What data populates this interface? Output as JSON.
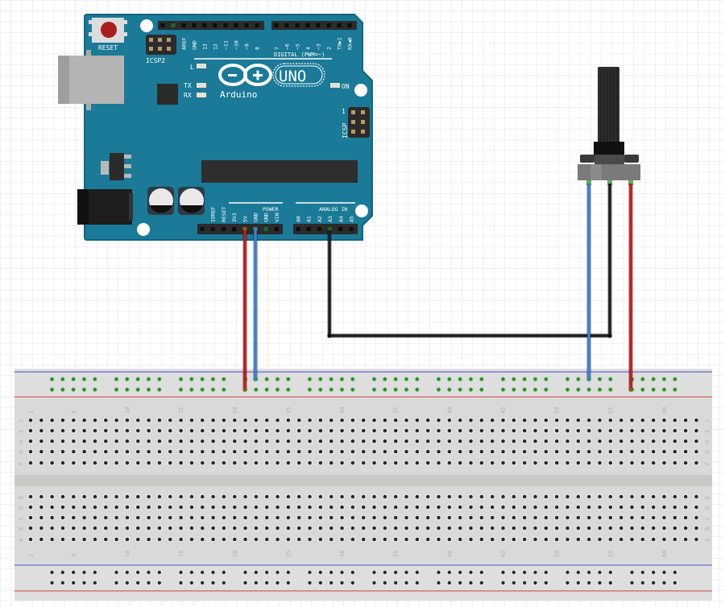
{
  "board": {
    "name": "Arduino",
    "model": "UNO",
    "reset_label": "RESET",
    "icsp2_label": "ICSP2",
    "icsp_label": "ICSP",
    "icsp_pin1": "1",
    "led_l": "L",
    "led_tx": "TX",
    "led_rx": "RX",
    "led_on": "ON",
    "digital_label": "DIGITAL (PWM=~)",
    "power_label": "POWER",
    "analog_label": "ANALOG IN",
    "digital_pins": [
      "AREF",
      "GND",
      "13",
      "12",
      "~11",
      "~10",
      "~9",
      "8",
      "7",
      "~6",
      "~5",
      "4",
      "~3",
      "2",
      "TX▶1",
      "RX◀0"
    ],
    "power_pins": [
      "IOREF",
      "RESET",
      "3V3",
      "5V",
      "GND",
      "GND",
      "VIN"
    ],
    "analog_pins": [
      "A0",
      "A1",
      "A2",
      "A3",
      "A4",
      "A5"
    ],
    "colors": {
      "pcb": "#1a7a98",
      "pcb_edge": "#13657f",
      "header": "#2b2b2b",
      "silk": "#ffffff"
    }
  },
  "potentiometer": {
    "name": "Rotary Potentiometer",
    "pins": [
      "left",
      "wiper",
      "right"
    ]
  },
  "breadboard": {
    "column_labels": [
      "1",
      "5",
      "10",
      "15",
      "20",
      "25",
      "30",
      "35",
      "40",
      "45",
      "50",
      "55",
      "60"
    ],
    "row_labels_top": [
      "J",
      "I",
      "H",
      "G",
      "F"
    ],
    "row_labels_bottom": [
      "E",
      "D",
      "C",
      "B",
      "A"
    ],
    "columns": 63
  },
  "wires": [
    {
      "name": "wire-5v",
      "color": "#c41a1a",
      "from": "Arduino 5V",
      "to": "Breadboard + rail"
    },
    {
      "name": "wire-gnd",
      "color": "#3b7fd4",
      "from": "Arduino GND",
      "to": "Breadboard - rail"
    },
    {
      "name": "wire-a3",
      "color": "#1e1e1e",
      "from": "Arduino A3",
      "to": "Potentiometer wiper"
    },
    {
      "name": "wire-pot-gnd",
      "color": "#3b7fd4",
      "from": "Potentiometer left",
      "to": "Breadboard - rail"
    },
    {
      "name": "wire-pot-vcc",
      "color": "#c41a1a",
      "from": "Potentiometer right",
      "to": "Breadboard + rail"
    }
  ]
}
